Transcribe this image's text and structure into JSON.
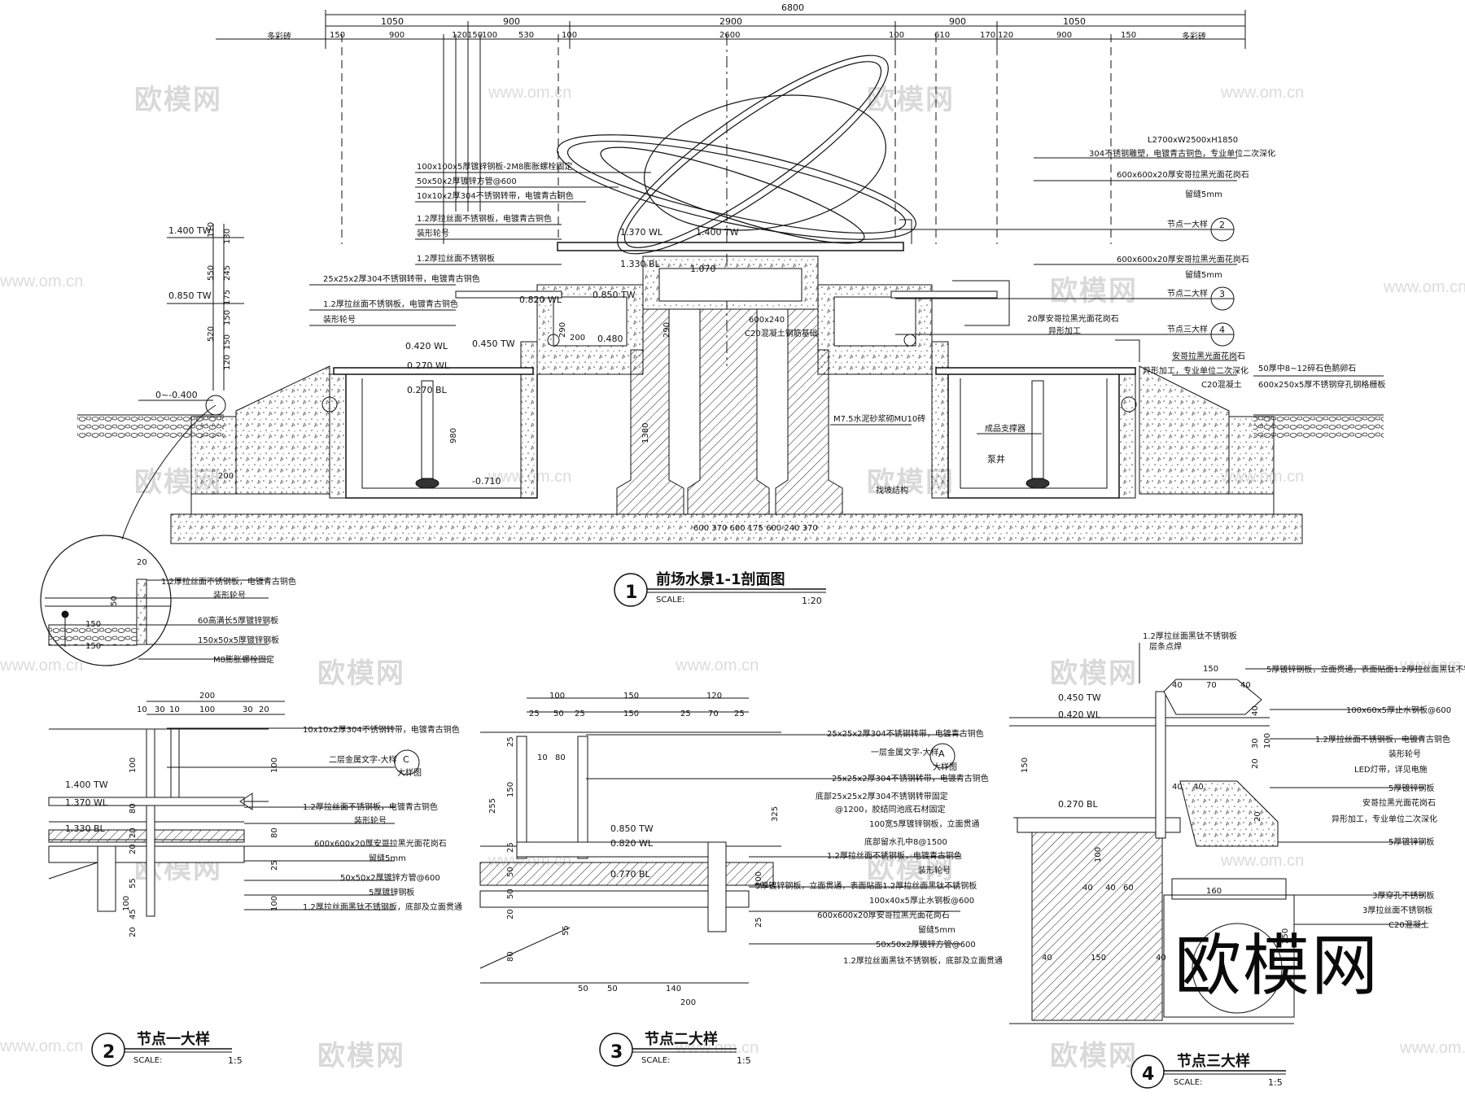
{
  "watermark": {
    "logo_text": "欧模网",
    "url_text": "www.om.cn",
    "big_text": "欧模网"
  },
  "main_section": {
    "title": "前场水景1-1剖面图",
    "number": "1",
    "scale_label": "SCALE:",
    "scale_value": "1:20",
    "top_dims": {
      "overall": "6800",
      "row2": [
        "1050",
        "900",
        "2900",
        "900",
        "1050"
      ],
      "row3": [
        "150",
        "900",
        "120",
        "150",
        "100",
        "530",
        "100",
        "2600",
        "100",
        "610",
        "170",
        "120",
        "900",
        "150"
      ],
      "side_note_left": "多彩砖",
      "side_note_right": "多彩砖"
    },
    "levels": [
      "1.400 TW",
      "0.850 TW",
      "0.420 WL",
      "0~-0.400",
      "1.370 WL",
      "1.400 TW",
      "1.330 BL",
      "1.070",
      "0.820 WL",
      "0.850 TW",
      "0.450 TW",
      "0.480",
      "0.270 WL",
      "0.270 BL",
      "-0.710"
    ],
    "left_dims": [
      "110",
      "130",
      "245",
      "550",
      "175",
      "150",
      "520",
      "150",
      "120",
      "200"
    ],
    "inner_dims": [
      "980",
      "1380",
      "290",
      "290",
      "200"
    ],
    "bottom_dims": "600  370  600 175 600  240  370",
    "labels_left": [
      "100x100x5厚镀锌钢板-2M8膨胀螺栓固定",
      "50x50x2厚镀锌方管@600",
      "10x10x2厚304不锈钢转带，电镀青古铜色",
      "1.2厚拉丝面不锈钢板，电镀青古铜色",
      "装形轮号",
      "1.2厚拉丝面不锈钢板",
      "25x25x2厚304不锈钢转带，电镀青古铜色",
      "1.2厚拉丝面不锈钢板，电镀青古铜色",
      "装形轮号"
    ],
    "labels_right": [
      "L2700xW2500xH1850",
      "304不锈钢雕塑，电镀青古铜色，专业单位二次深化",
      "600x600x20厚安哥拉黑光面花岗石",
      "留缝5mm",
      "节点一大样",
      "600x600x20厚安哥拉黑光面花岗石",
      "留缝5mm",
      "节点二大样",
      "节点三大样",
      "安哥拉黑光面花岗石",
      "异形加工，专业单位二次深化",
      "C20混凝土",
      "50厚中8~12碎石色鹅卵石",
      "600x250x5厚不锈钢穿孔钢格栅板"
    ],
    "labels_center": [
      "600x240",
      "C20混凝土钢筋基础",
      "M7.5水泥砂浆砌MU10砖",
      "成品支撑器",
      "泵井",
      "找坡结构",
      "20厚安哥拉黑光面花岗石",
      "异形加工"
    ],
    "node_refs": [
      "2",
      "3",
      "4"
    ]
  },
  "callout_detail": {
    "labels": [
      "1.2厚拉丝面不锈钢板，电镀青古铜色",
      "装形轮号",
      "60高满长5厚镀锌钢板",
      "150x50x5厚镀锌钢板",
      "M8膨胀螺栓固定"
    ],
    "dims": [
      "20",
      "150",
      "50",
      "150"
    ]
  },
  "detail_2": {
    "title": "节点一大样",
    "number": "2",
    "scale_label": "SCALE:",
    "scale_value": "1:5",
    "top_dims": [
      "200",
      "10",
      "30",
      "10",
      "100",
      "30",
      "20"
    ],
    "left_dims": [
      "100",
      "80",
      "20",
      "20",
      "55",
      "45",
      "20"
    ],
    "right_dims": [
      "100",
      "80",
      "25",
      "100",
      "100"
    ],
    "levels": [
      "1.400 TW",
      "1.370 WL",
      "1.330 BL"
    ],
    "labels": [
      "10x10x2厚304不锈钢转带，电镀青古铜色",
      "二层金属文字-大样",
      "1.2厚拉丝面不锈钢板，电镀青古铜色",
      "装形轮号",
      "600x600x20厚安哥拉黑光面花岗石",
      "留缝5mm",
      "50x50x2厚镀锌方管@600",
      "5厚镀锌钢板",
      "1.2厚拉丝面黑钛不锈钢板，底部及立面贯通"
    ],
    "symbol_letter": "C",
    "symbol_sub": "大样图"
  },
  "detail_3": {
    "title": "节点二大样",
    "number": "3",
    "scale_label": "SCALE:",
    "scale_value": "1:5",
    "top_dims": [
      "100",
      "150",
      "120",
      "25",
      "50",
      "25",
      "150",
      "25",
      "70",
      "25"
    ],
    "inner_dims": [
      "10",
      "80"
    ],
    "left_dims": [
      "25",
      "150",
      "255",
      "25",
      "50",
      "50",
      "20",
      "55",
      "80"
    ],
    "right_dims": [
      "325",
      "100",
      "25"
    ],
    "bottom_dims": [
      "50",
      "50",
      "140",
      "200"
    ],
    "levels": [
      "0.850 TW",
      "0.820 WL",
      "0.770 BL"
    ],
    "labels": [
      "25x25x2厚304不锈钢转带，电镀青古铜色",
      "一层金属文字-大样",
      "25x25x2厚304不锈钢转带，电镀青古铜色",
      "底部25x25x2厚304不锈钢转带固定",
      "@1200，胶结同池底石材固定",
      "100宽5厚镀锌钢板，立面贯通",
      "底部留水孔中8@1500",
      "1.2厚拉丝面不锈钢板，电镀青古铜色",
      "装形轮号",
      "5厚镀锌钢板，立面贯通，表面贴面1.2厚拉丝面黑钛不锈钢板",
      "100x40x5厚止水钢板@600",
      "600x600x20厚安哥拉黑光面花岗石",
      "留缝5mm",
      "50x50x2厚镀锌方管@600",
      "1.2厚拉丝面黑钛不锈钢板，底部及立面贯通"
    ],
    "symbol_letter": "A",
    "symbol_sub": "大样图"
  },
  "detail_4": {
    "title": "节点三大样",
    "number": "4",
    "scale_label": "SCALE:",
    "scale_value": "1:5",
    "top_dims": [
      "150",
      "40",
      "70",
      "40"
    ],
    "inner_dims": [
      "40",
      "40",
      "20",
      "40",
      "40",
      "60",
      "160",
      "40",
      "150",
      "250",
      "40",
      "150",
      "100",
      "40",
      "30",
      "20",
      "100"
    ],
    "levels": [
      "0.450 TW",
      "0.420 WL",
      "0.270 BL"
    ],
    "labels_top": [
      "1.2厚拉丝面黑钛不锈钢板",
      "层条点焊"
    ],
    "labels": [
      "5厚镀锌钢板，立面贯通，表面贴面1.2厚拉丝面黑钛不锈钢板",
      "100x60x5厚止水钢板@600",
      "1.2厚拉丝面不锈钢板，电镀青古铜色",
      "装形轮号",
      "LED灯带，详见电施",
      "5厚镀锌钢板",
      "安哥拉黑光面花岗石",
      "异形加工，专业单位二次深化",
      "5厚镀锌钢板",
      "3厚穿孔不锈钢板",
      "3厚拉丝面不锈钢板",
      "C20混凝土"
    ]
  }
}
